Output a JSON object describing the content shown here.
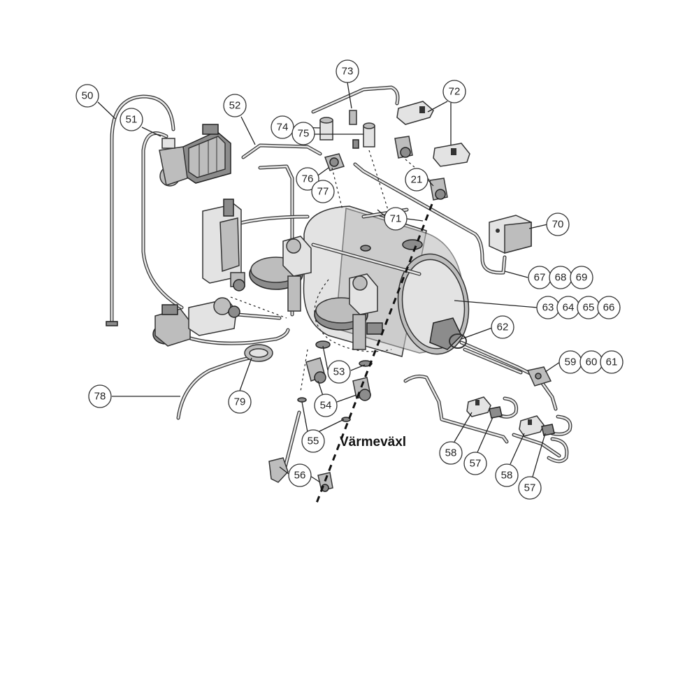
{
  "caption": "Värmeväxl",
  "callouts": [
    {
      "id": "c50",
      "text": "50"
    },
    {
      "id": "c51",
      "text": "51"
    },
    {
      "id": "c52",
      "text": "52"
    },
    {
      "id": "c73",
      "text": "73"
    },
    {
      "id": "c72",
      "text": "72"
    },
    {
      "id": "c74",
      "text": "74"
    },
    {
      "id": "c75",
      "text": "75"
    },
    {
      "id": "c76",
      "text": "76"
    },
    {
      "id": "c77",
      "text": "77"
    },
    {
      "id": "c21",
      "text": "21"
    },
    {
      "id": "c71",
      "text": "71"
    },
    {
      "id": "c70",
      "text": "70"
    },
    {
      "id": "c67",
      "text": "67"
    },
    {
      "id": "c68",
      "text": "68"
    },
    {
      "id": "c69",
      "text": "69"
    },
    {
      "id": "c63",
      "text": "63"
    },
    {
      "id": "c64",
      "text": "64"
    },
    {
      "id": "c65",
      "text": "65"
    },
    {
      "id": "c66",
      "text": "66"
    },
    {
      "id": "c62",
      "text": "62"
    },
    {
      "id": "c59",
      "text": "59"
    },
    {
      "id": "c60",
      "text": "60"
    },
    {
      "id": "c61",
      "text": "61"
    },
    {
      "id": "c53",
      "text": "53"
    },
    {
      "id": "c54",
      "text": "54"
    },
    {
      "id": "c78",
      "text": "78"
    },
    {
      "id": "c79",
      "text": "79"
    },
    {
      "id": "c55",
      "text": "55"
    },
    {
      "id": "c56",
      "text": "56"
    },
    {
      "id": "c58a",
      "text": "58"
    },
    {
      "id": "c57a",
      "text": "57"
    },
    {
      "id": "c58b",
      "text": "58"
    },
    {
      "id": "c57b",
      "text": "57"
    }
  ]
}
